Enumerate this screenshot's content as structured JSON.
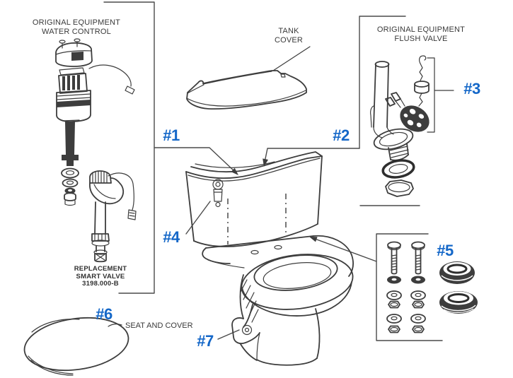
{
  "palette": {
    "accent": "#1467C8",
    "ink": "#3D3D3D",
    "background": "#FFFFFF"
  },
  "sections": {
    "water_control": {
      "title_line1": "ORIGINAL EQUIPMENT",
      "title_line2": "WATER CONTROL",
      "product_name_line1": "REPLACEMENT",
      "product_name_line2": "SMART VALVE",
      "product_number": "3198.000-B"
    },
    "tank_cover": {
      "title_line1": "TANK",
      "title_line2": "COVER"
    },
    "flush_valve": {
      "title_line1": "ORIGINAL EQUIPMENT",
      "title_line2": "FLUSH VALVE"
    },
    "seat": {
      "label": "SEAT AND COVER"
    }
  },
  "callouts": [
    {
      "label": "#1"
    },
    {
      "label": "#2"
    },
    {
      "label": "#3"
    },
    {
      "label": "#4"
    },
    {
      "label": "#5"
    },
    {
      "label": "#6"
    },
    {
      "label": "#7"
    }
  ]
}
